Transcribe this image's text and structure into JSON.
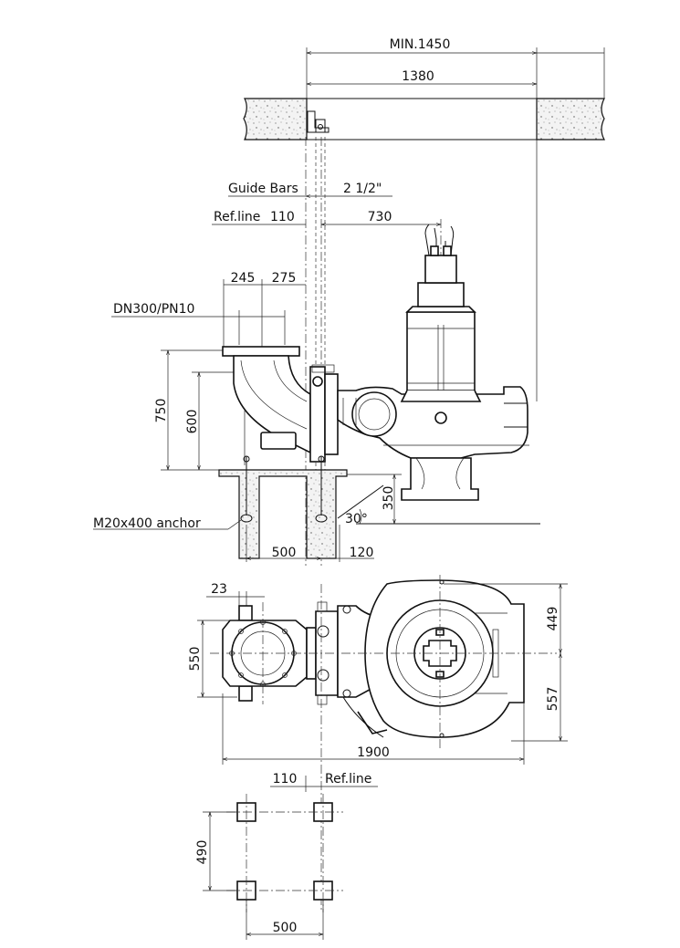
{
  "dims": {
    "min_width": "MIN.1450",
    "width_1380": "1380",
    "guide_bars_label": "Guide Bars",
    "guide_bars_size": "2 1/2\"",
    "refline_label_top": "Ref.line",
    "ref_110_top": "110",
    "d730": "730",
    "d245": "245",
    "d275": "275",
    "dn": "DN300/PN10",
    "d750": "750",
    "d600": "600",
    "d350": "350",
    "angle": "30°",
    "anchor": "M20x400 anchor",
    "d500_side": "500",
    "d120": "120",
    "d23": "23",
    "d550": "550",
    "d449": "449",
    "d557": "557",
    "d1900": "1900",
    "ref_110_bottom": "110",
    "refline_label_bottom": "Ref.line",
    "d490": "490",
    "d500_bottom": "500"
  }
}
